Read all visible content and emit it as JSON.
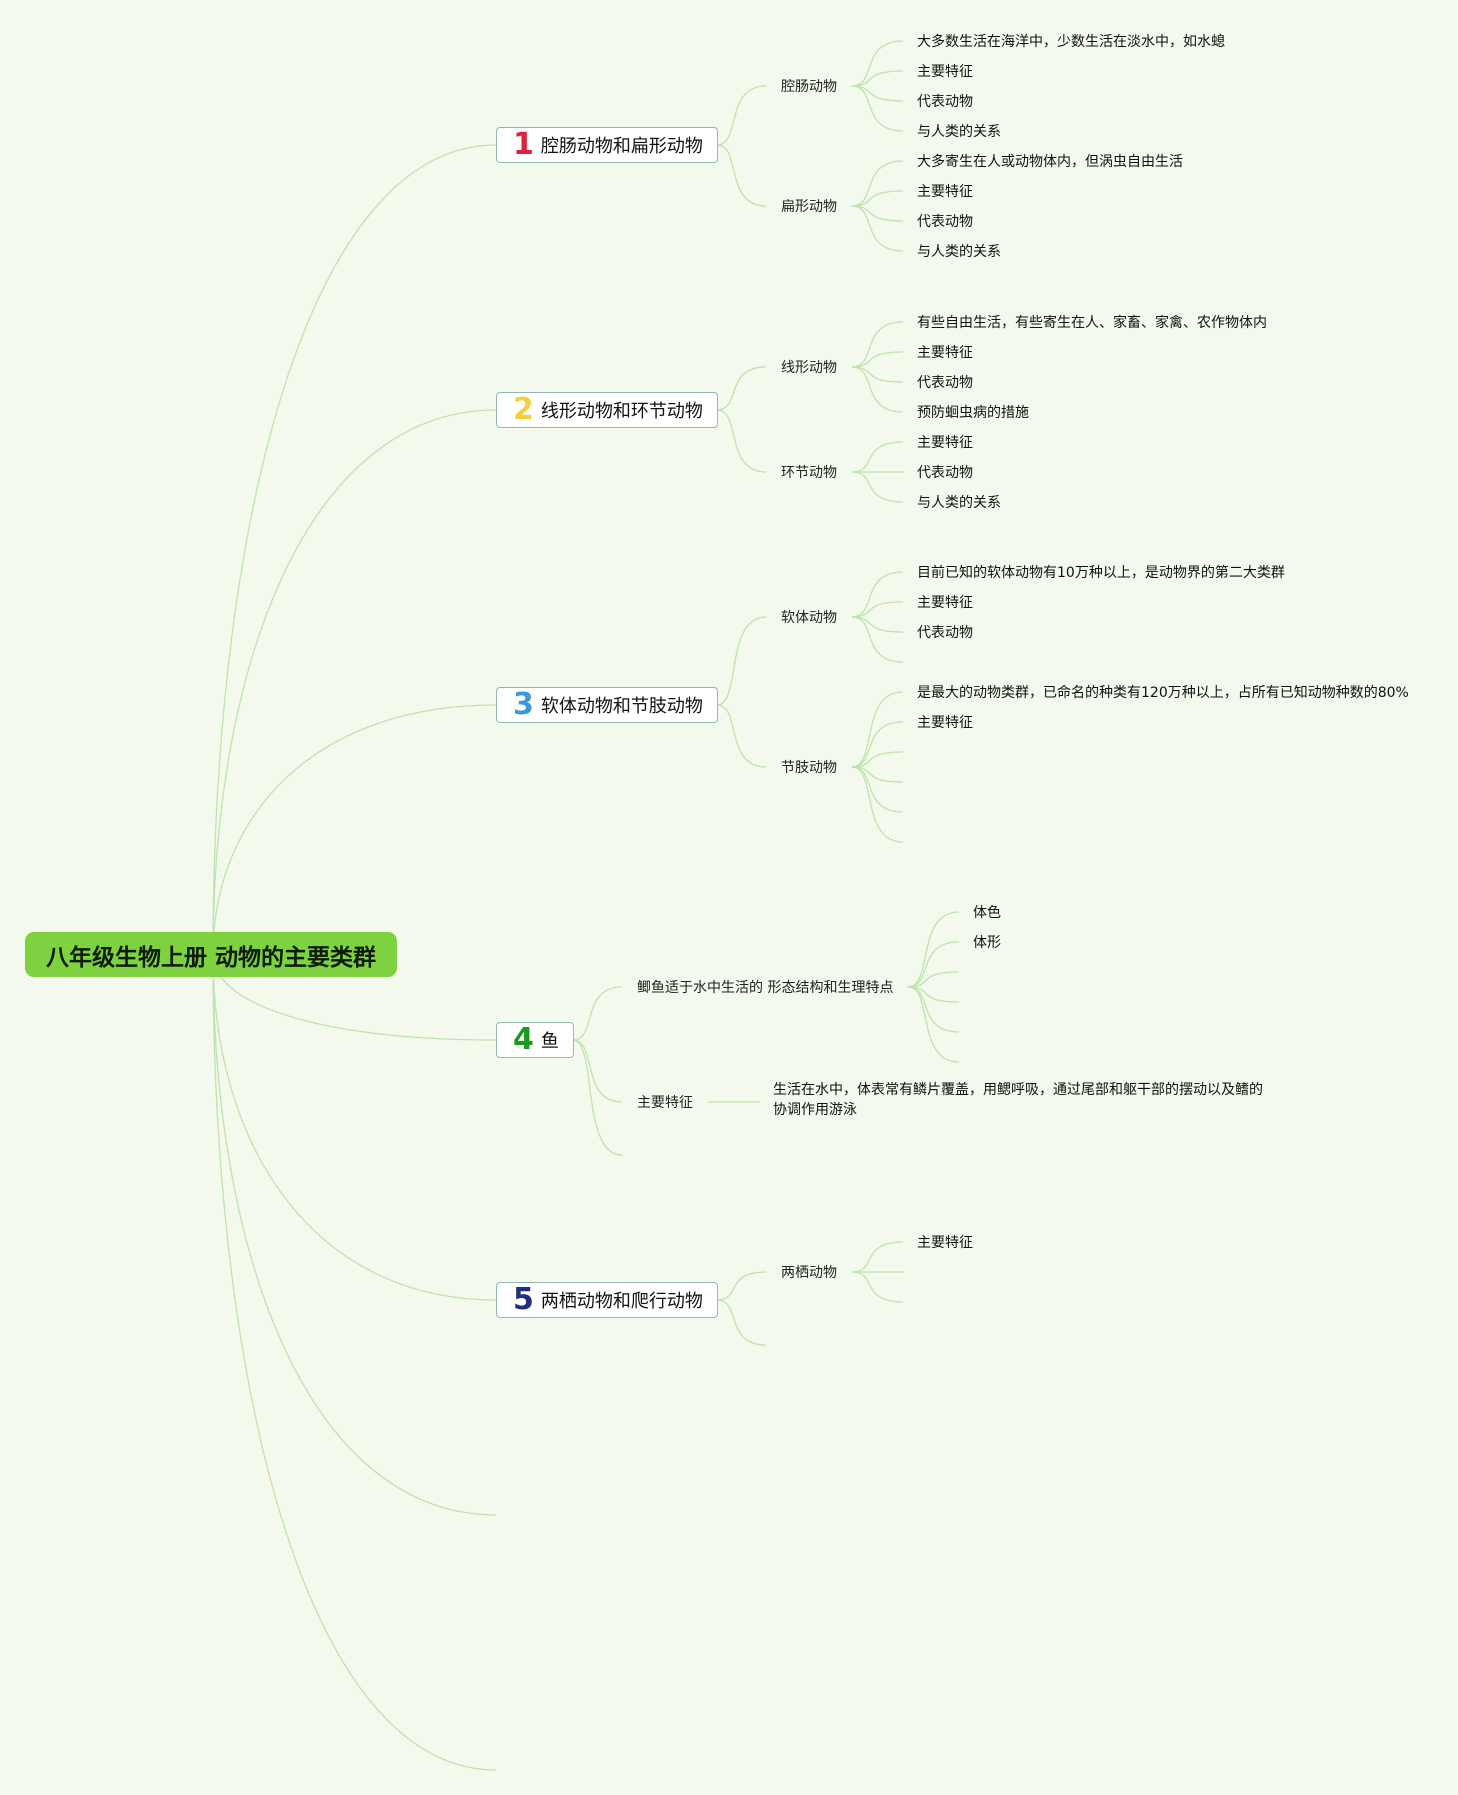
{
  "root": {
    "title": "八年级生物上册 动物的主要类群"
  },
  "colors": {
    "background": "#f3f9ec",
    "root_fill": "#7ed23f",
    "edge": "#bfe3ad",
    "num1": "#e0203e",
    "num2": "#f5cf3c",
    "num3": "#3a9ad9",
    "num4": "#19991f",
    "num5": "#20307c"
  },
  "branches": [
    {
      "num": "1",
      "label": "腔肠动物和扁形动物",
      "subs": [
        {
          "label": "腔肠动物",
          "leaves": [
            "大多数生活在海洋中，少数生活在淡水中，如水螅",
            "主要特征",
            "代表动物",
            "与人类的关系"
          ]
        },
        {
          "label": "扁形动物",
          "leaves": [
            "大多寄生在人或动物体内，但涡虫自由生活",
            "主要特征",
            "代表动物",
            "与人类的关系"
          ]
        }
      ]
    },
    {
      "num": "2",
      "label": "线形动物和环节动物",
      "subs": [
        {
          "label": "线形动物",
          "leaves": [
            "有些自由生活，有些寄生在人、家畜、家禽、农作物体内",
            "主要特征",
            "代表动物",
            "预防蛔虫病的措施"
          ]
        },
        {
          "label": "环节动物",
          "leaves": [
            "主要特征",
            "代表动物",
            "与人类的关系"
          ]
        }
      ]
    },
    {
      "num": "3",
      "label": "软体动物和节肢动物",
      "subs": [
        {
          "label": "软体动物",
          "leaves": [
            "目前已知的软体动物有10万种以上，是动物界的第二大类群",
            "主要特征",
            "代表动物"
          ]
        },
        {
          "label": "节肢动物",
          "leaves": [
            "是最大的动物类群，已命名的种类有120万种以上，占所有已知动物种数的80%",
            "主要特征"
          ]
        }
      ]
    },
    {
      "num": "4",
      "label": "鱼",
      "subs": [
        {
          "label": "鲫鱼适于水中生活的 形态结构和生理特点",
          "leaves": [
            "体色",
            "体形"
          ]
        },
        {
          "label": "主要特征",
          "leaves": [
            "生活在水中，体表常有鳞片覆盖，用鳃呼吸，通过尾部和躯干部的摆动以及鳍的协调作用游泳"
          ]
        }
      ]
    },
    {
      "num": "5",
      "label": "两栖动物和爬行动物",
      "subs": [
        {
          "label": "两栖动物",
          "leaves": [
            "主要特征"
          ]
        }
      ]
    }
  ]
}
